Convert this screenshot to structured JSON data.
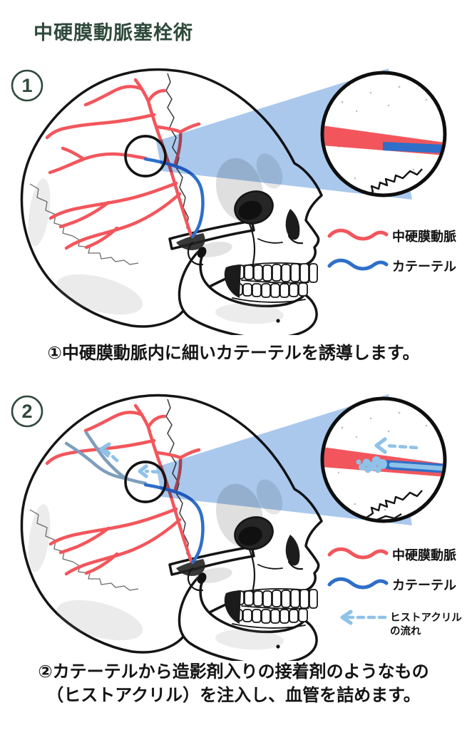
{
  "title": "中硬膜動脈塞栓術",
  "colors": {
    "artery-red": "#F2565C",
    "catheter-blue": "#2F6FC9",
    "beam-blue": "#A9C8EC",
    "flow-blue": "#8FC2E8",
    "glue-gray": "#7E9EBC",
    "accent-green": "#2F4A3C"
  },
  "panel1": {
    "number": "1",
    "caption": "①中硬膜動脈内に細いカテーテルを誘導します。",
    "legend": {
      "artery": "中硬膜動脈",
      "catheter": "カテーテル"
    }
  },
  "panel2": {
    "number": "2",
    "caption_line1": "②カテーテルから造影剤入りの接着剤のようなもの",
    "caption_line2": "（ヒストアクリル）を注入し、血管を詰めます。",
    "legend": {
      "artery": "中硬膜動脈",
      "catheter": "カテーテル",
      "flow_line1": "ヒストアクリル",
      "flow_line2": "の流れ"
    }
  }
}
